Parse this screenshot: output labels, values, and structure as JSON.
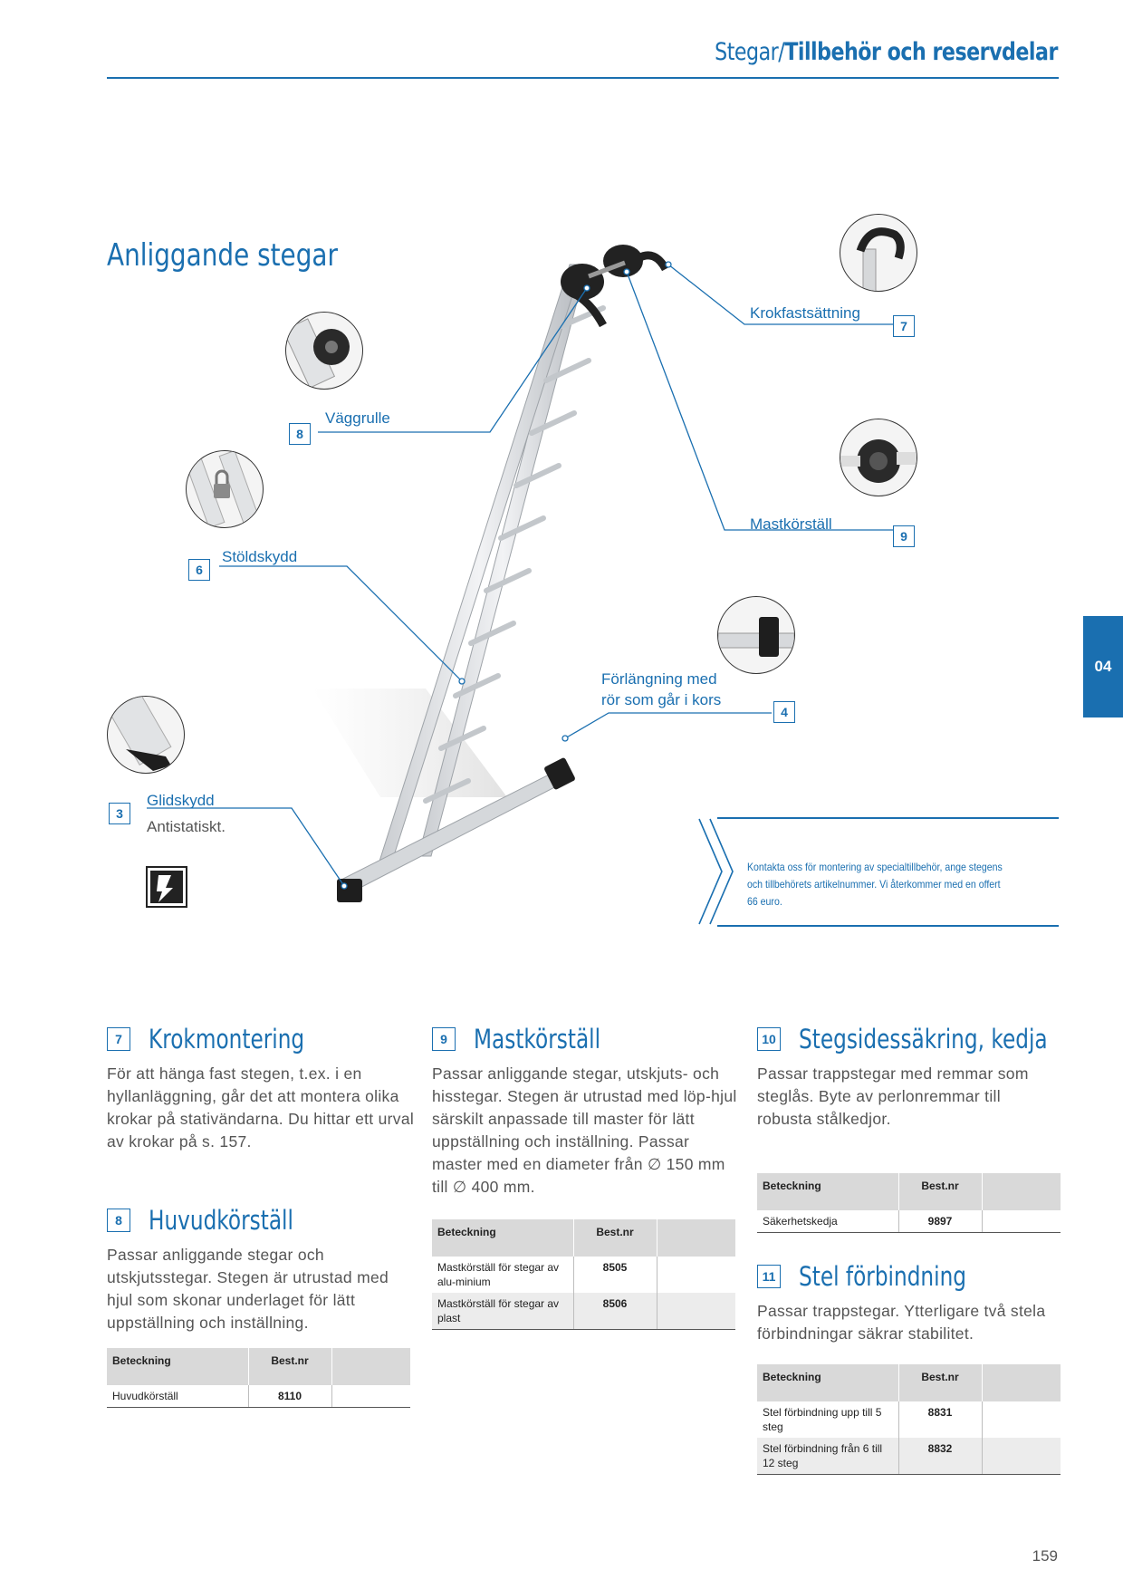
{
  "header": {
    "category": "Stegar/",
    "title": "Tillbehör och reservdelar"
  },
  "side_tab": "04",
  "section_title": "Anliggande stegar",
  "callouts": {
    "krok": {
      "num": "7",
      "label": "Krokfastsättning"
    },
    "vagg": {
      "num": "8",
      "label": "Väggrulle"
    },
    "mast": {
      "num": "9",
      "label": "Mastkörställ"
    },
    "stold": {
      "num": "6",
      "label": "Stöldskydd"
    },
    "forl": {
      "num": "4",
      "label_line1": "Förlängning med",
      "label_line2": "rör som går i kors"
    },
    "glid": {
      "num": "3",
      "label": "Glidskydd",
      "sub": "Antistatiskt."
    }
  },
  "contact_text": "Kontakta oss för montering av specialtillbehör, ange stegens och tillbehörets artikelnummer. Vi återkommer med en offert 66 euro.",
  "sections": {
    "krokmontering": {
      "num": "7",
      "title": "Krokmontering",
      "body": "För att hänga fast stegen, t.ex. i en hyllanläggning, går det att montera olika krokar på stativändarna. Du hittar ett urval av krokar på s. 157."
    },
    "huvudkorstall": {
      "num": "8",
      "title": "Huvudkörställ",
      "body": "Passar anliggande stegar och utskjutsstegar. Stegen är utrustad med hjul som skonar underlaget för lätt uppställning och inställning.",
      "table": {
        "h1": "Beteckning",
        "h2": "Best.nr",
        "rows": [
          {
            "name": "Huvudkörställ",
            "nr": "8110"
          }
        ]
      }
    },
    "mastkorstall": {
      "num": "9",
      "title": "Mastkörställ",
      "body": "Passar anliggande stegar, utskjuts- och hisstegar. Stegen är utrustad med löp-hjul särskilt anpassade till master för lätt uppställning och inställning. Passar master med en diameter från ∅ 150 mm till ∅ 400 mm.",
      "table": {
        "h1": "Beteckning",
        "h2": "Best.nr",
        "rows": [
          {
            "name": "Mastkörställ för stegar av alu-minium",
            "nr": "8505"
          },
          {
            "name": "Mastkörställ för stegar av plast",
            "nr": "8506"
          }
        ]
      }
    },
    "stegsides": {
      "num": "10",
      "title": "Stegsidessäkring, kedja",
      "body": "Passar trappstegar med remmar som steglås. Byte av perlonremmar till robusta stålkedjor.",
      "table": {
        "h1": "Beteckning",
        "h2": "Best.nr",
        "rows": [
          {
            "name": "Säkerhetskedja",
            "nr": "9897"
          }
        ]
      }
    },
    "stel": {
      "num": "11",
      "title": "Stel förbindning",
      "body": "Passar trappstegar. Ytterligare två stela förbindningar säkrar stabilitet.",
      "table": {
        "h1": "Beteckning",
        "h2": "Best.nr",
        "rows": [
          {
            "name": "Stel förbindning upp till 5 steg",
            "nr": "8831"
          },
          {
            "name": "Stel förbindning från 6 till 12 steg",
            "nr": "8832"
          }
        ]
      }
    }
  },
  "page_number": "159",
  "icons": [
    "krok-thumb-icon",
    "wall-roller-thumb-icon",
    "padlock-thumb-icon",
    "mast-roller-thumb-icon",
    "extension-tube-thumb-icon",
    "foot-cap-thumb-icon",
    "antistatic-icon",
    "chevron-arrow-icon"
  ]
}
